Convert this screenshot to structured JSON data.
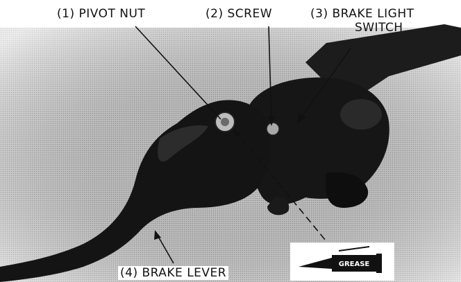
{
  "figure": {
    "labels": {
      "pivot_nut": "(1) PIVOT NUT",
      "screw": "(2) SCREW",
      "brake_light_switch_line1": "(3) BRAKE LIGHT",
      "brake_light_switch_line2": "SWITCH",
      "brake_lever": "(4) BRAKE LEVER"
    },
    "grease_tube_text": "GREASE"
  }
}
